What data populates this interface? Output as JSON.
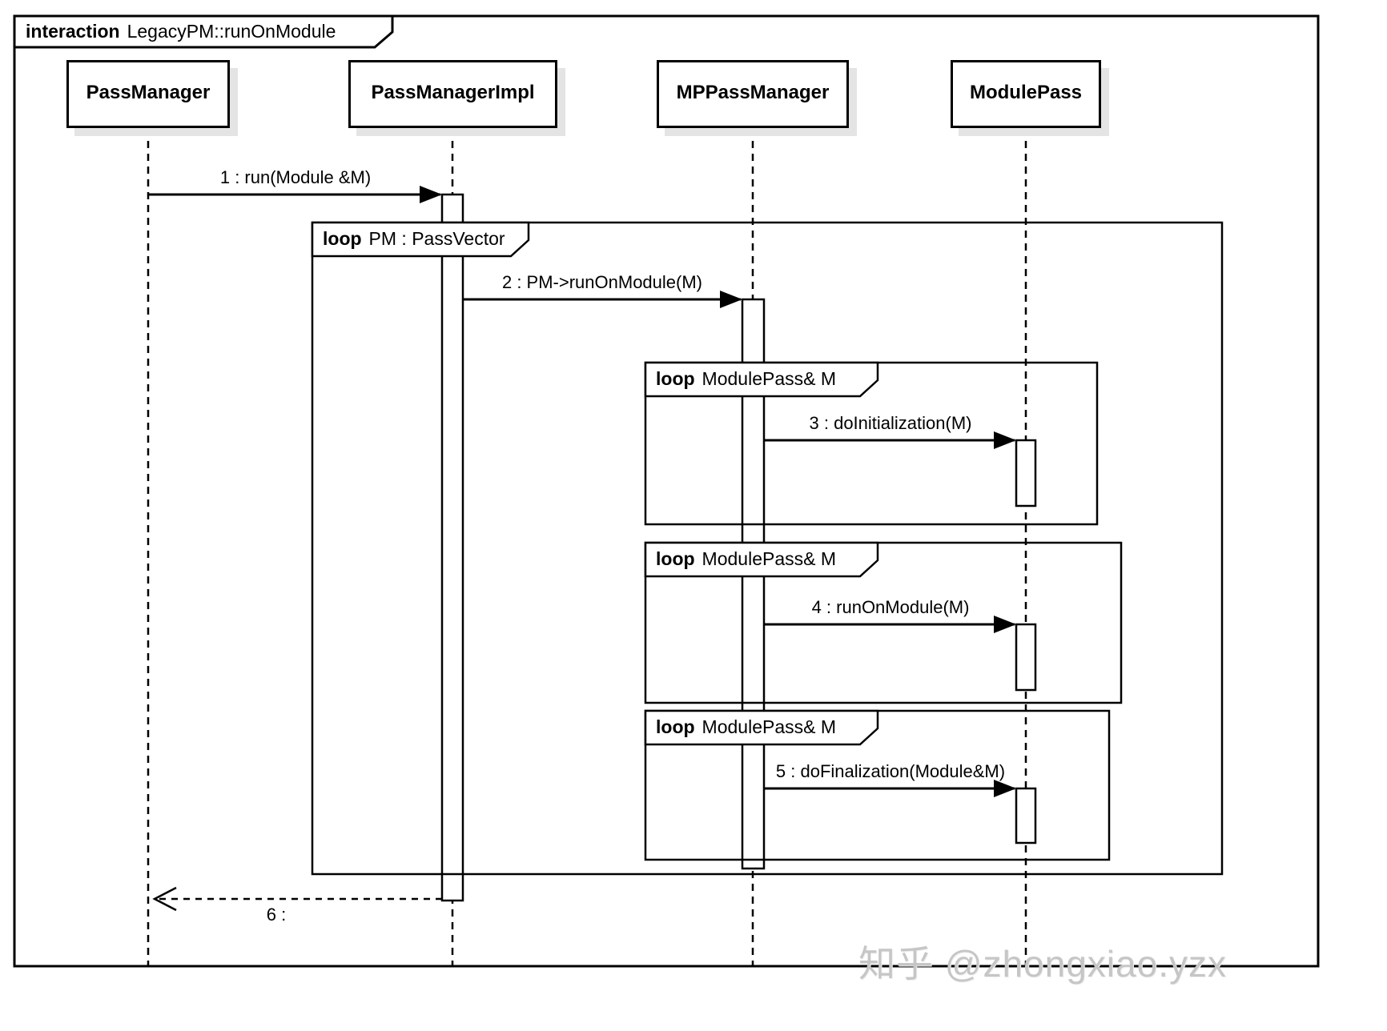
{
  "diagram": {
    "title": {
      "keyword": "interaction",
      "name": "LegacyPM::runOnModule"
    },
    "lifelines": [
      {
        "label": "PassManager"
      },
      {
        "label": "PassManagerImpl"
      },
      {
        "label": "MPPassManager"
      },
      {
        "label": "ModulePass"
      }
    ],
    "fragments": [
      {
        "operator": "loop",
        "guard": "PM : PassVector"
      },
      {
        "operator": "loop",
        "guard": "ModulePass& M"
      },
      {
        "operator": "loop",
        "guard": "ModulePass& M"
      },
      {
        "operator": "loop",
        "guard": "ModulePass& M"
      }
    ],
    "messages": [
      {
        "label": "1 : run(Module &M)",
        "kind": "sync"
      },
      {
        "label": "2 : PM->runOnModule(M)",
        "kind": "sync"
      },
      {
        "label": "3 : doInitialization(M)",
        "kind": "sync"
      },
      {
        "label": "4 : runOnModule(M)",
        "kind": "sync"
      },
      {
        "label": "5 : doFinalization(Module&M)",
        "kind": "sync"
      },
      {
        "label": "6 :",
        "kind": "return"
      }
    ],
    "watermark": "知乎 @zhongxiao.yzx",
    "colors": {
      "line": "#000000",
      "background": "#ffffff",
      "box_shadow": "#e4e4e4",
      "watermark": "#c6c6c6"
    }
  }
}
